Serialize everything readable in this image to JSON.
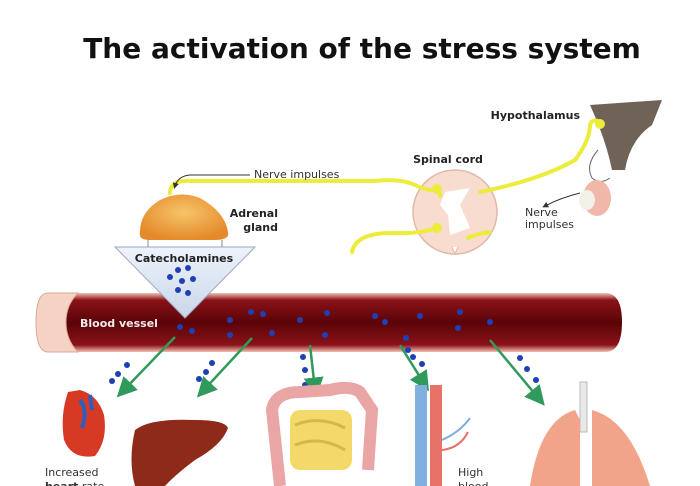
{
  "title": "The activation of the stress system",
  "labels": {
    "hypothalamus": "Hypothalamus",
    "spinal_cord": "Spinal cord",
    "nerve_impulses_top": "Nerve impulses",
    "nerve_impulses_right_line1": "Nerve",
    "nerve_impulses_right_line2": "impulses",
    "adrenal_line1": "Adrenal",
    "adrenal_line2": "gland",
    "catecholamines": "Catecholamines",
    "blood_vessel": "Blood vessel",
    "heart_line1": "Increased",
    "heart_line2_bold": "heart",
    "heart_line2_rest": " rate",
    "bp_line1": "High",
    "bp_line2": "blood"
  },
  "colors": {
    "vessel": "#6b0a0e",
    "nerve": "#ecec3a",
    "molecule": "#1f3fb5",
    "arrow": "#2f9a5c"
  }
}
